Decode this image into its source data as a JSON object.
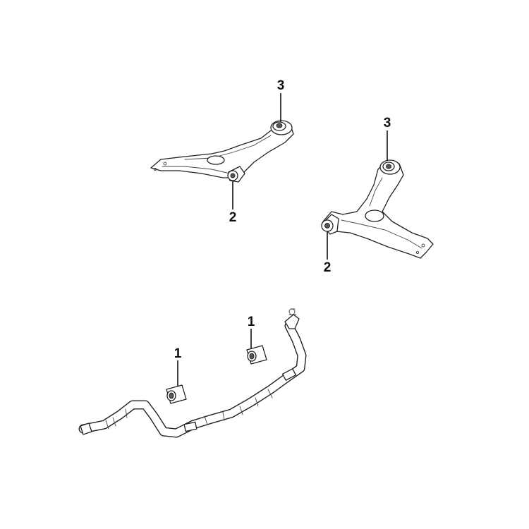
{
  "diagram": {
    "callouts": [
      {
        "id": "c-3-left",
        "label": "3"
      },
      {
        "id": "c-2-left",
        "label": "2"
      },
      {
        "id": "c-3-right",
        "label": "3"
      },
      {
        "id": "c-2-right",
        "label": "2"
      },
      {
        "id": "c-1-top",
        "label": "1"
      },
      {
        "id": "c-1-left",
        "label": "1"
      }
    ],
    "colors": {
      "line": "#222222",
      "fill": "#ffffff",
      "background": "#ffffff"
    }
  }
}
